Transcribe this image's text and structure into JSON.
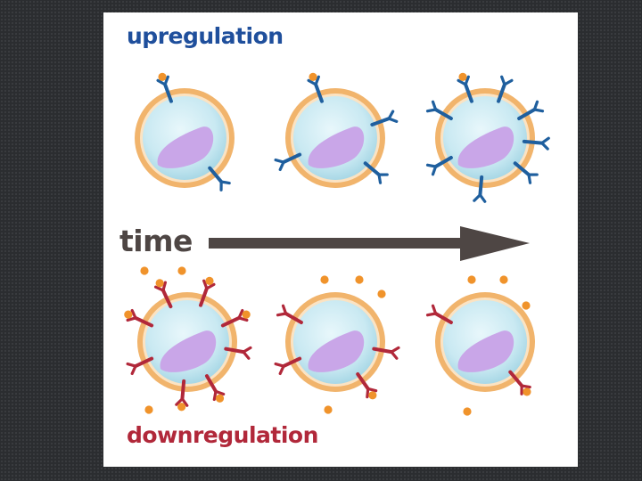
{
  "labels": {
    "top": "upregulation",
    "middle": "time",
    "bottom": "downregulation"
  },
  "colors": {
    "card_background": "#ffffff",
    "upregulation_text": "#1f4f9c",
    "downregulation_text": "#b1283a",
    "time_text": "#4e4644",
    "cell_fill": "#c9e9f2",
    "cell_membrane": "#f1b46c",
    "nucleus": "#c9a6e8",
    "receptor_up": "#1f5f9e",
    "receptor_down": "#b1283a",
    "ligand": "#f0932b",
    "arrow": "#4e4644"
  },
  "icons": {
    "cell": "cell-icon",
    "receptor": "receptor-icon",
    "ligand": "ligand-dot-icon",
    "arrow": "time-arrow-icon"
  }
}
